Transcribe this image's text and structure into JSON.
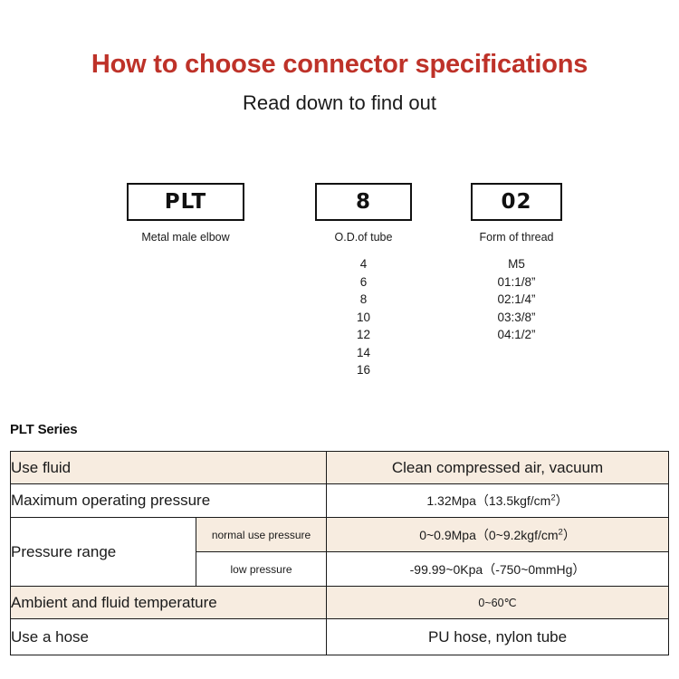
{
  "header": {
    "title": "How to choose connector specifications",
    "subtitle": "Read down to find out",
    "title_color": "#be3229"
  },
  "code_breakdown": {
    "groups": [
      {
        "id": "series",
        "code": "PLT",
        "caption": "Metal male elbow",
        "options": []
      },
      {
        "id": "od",
        "code": "8",
        "caption": "O.D.of tube",
        "options": [
          "4",
          "6",
          "8",
          "10",
          "12",
          "14",
          "16"
        ]
      },
      {
        "id": "thread",
        "code": "02",
        "caption": "Form of thread",
        "options": [
          "M5",
          "01:1/8”",
          "02:1/4”",
          "03:3/8”",
          "04:1/2”"
        ]
      }
    ]
  },
  "spec": {
    "series_label": "PLT Series",
    "beige_color": "#f7ece0",
    "rows": [
      {
        "label": "Use fluid",
        "sublabel": null,
        "value": "Clean compressed air, vacuum",
        "shade": "beige"
      },
      {
        "label": "Maximum operating pressure",
        "sublabel": null,
        "value": "1.32Mpa（13.5kgf/cm",
        "value_sup": "2",
        "value_tail": "）",
        "shade": "white"
      },
      {
        "label": "Pressure range",
        "sublabel": "normal use pressure",
        "value": "0~0.9Mpa（0~9.2kgf/cm",
        "value_sup": "2",
        "value_tail": "）",
        "shade": "beige"
      },
      {
        "label": "",
        "sublabel": "low pressure",
        "value": "-99.99~0Kpa（-750~0mmHg）",
        "shade": "white"
      },
      {
        "label": "Ambient and fluid temperature",
        "sublabel": null,
        "value": "0~60℃",
        "shade": "beige"
      },
      {
        "label": "Use a hose",
        "sublabel": null,
        "value": "PU hose, nylon tube",
        "shade": "white"
      }
    ]
  }
}
